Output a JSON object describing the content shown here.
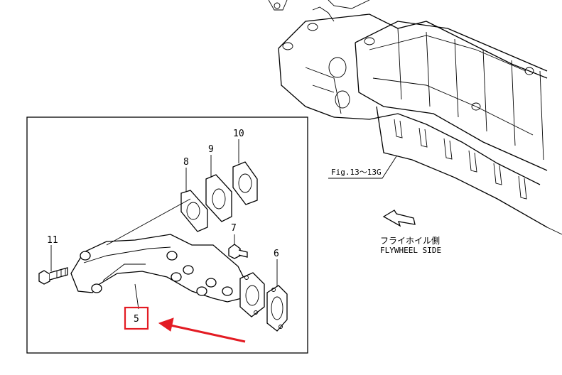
{
  "callouts": {
    "part_5": "5",
    "part_6": "6",
    "part_7": "7",
    "part_8": "8",
    "part_9": "9",
    "part_10": "10",
    "part_11": "11"
  },
  "figure_ref": "Fig.13～13G",
  "direction": {
    "jp": "フライホイル側",
    "en": "FLYWHEEL SIDE"
  },
  "colors": {
    "highlight": "#e31b23",
    "line": "#000000"
  }
}
